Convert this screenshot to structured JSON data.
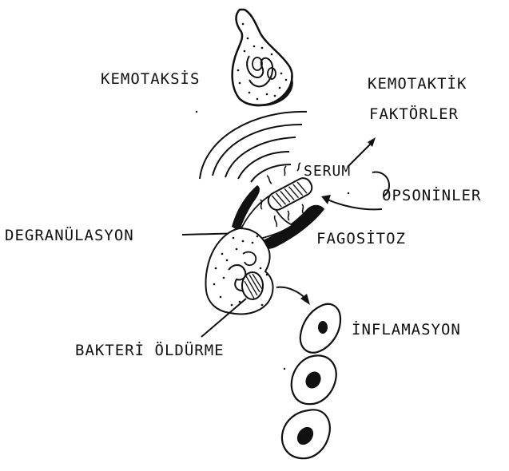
{
  "labels": {
    "kemotaksis": "KEMOTAKSİS",
    "kemotaktik_1": "KEMOTAKTİK",
    "kemotaktik_2": "FAKTÖRLER",
    "serum": "SERUM",
    "opsoninler": "OPSONİNLER",
    "degranulasyon": "DEGRANÜLASYON",
    "fagositoz": "FAGOSİTOZ",
    "bakteri_oldurme": "BAKTERİ ÖLDÜRME",
    "inflamasyon": "İNFLAMASYON"
  },
  "colors": {
    "ink": "#111111",
    "background": "#ffffff"
  }
}
